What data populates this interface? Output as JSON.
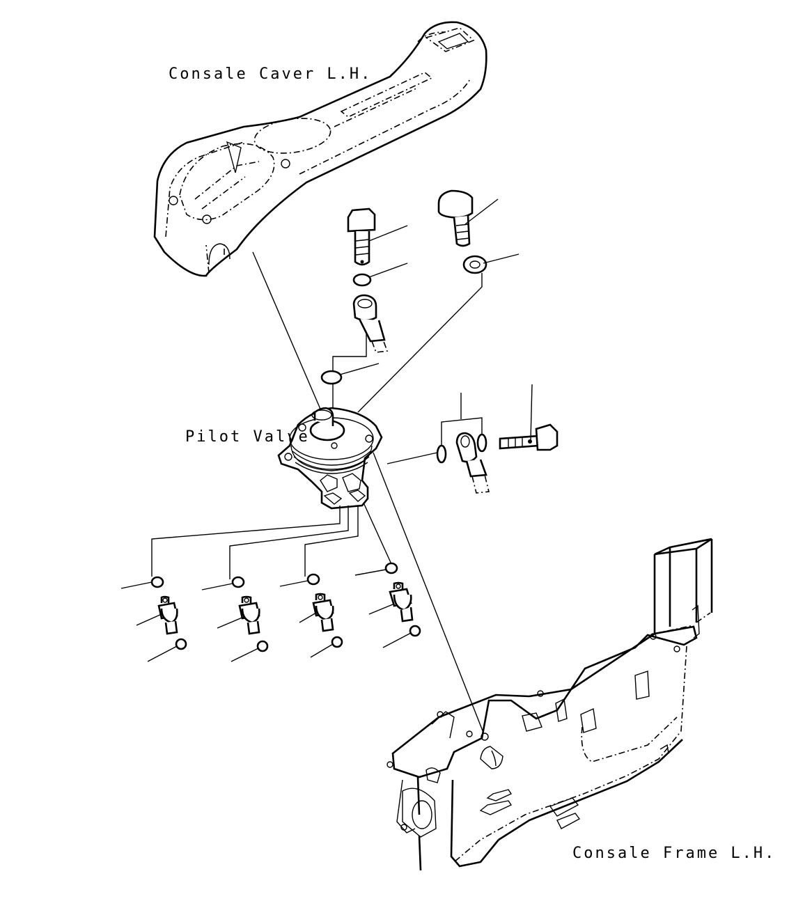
{
  "labels": {
    "console_cover": "Consale Caver L.H.",
    "pilot_valve": "Pilot Valve",
    "console_frame": "Consale Frame L.H."
  }
}
